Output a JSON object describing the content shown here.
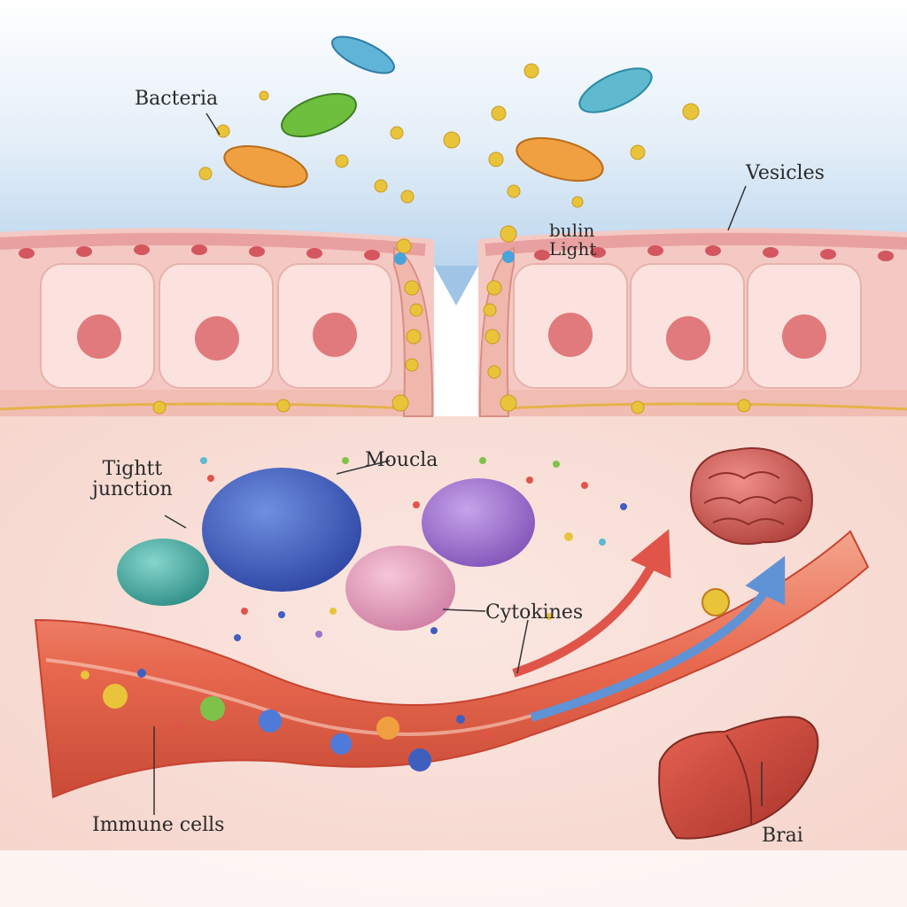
{
  "labels": {
    "bacteria": "Bacteria",
    "vesicles": "Vesicles",
    "light": "bulin\nLight",
    "tight_junction": "Tightt\njunction",
    "moucla": "Moucla",
    "cytokines": "Cytokines",
    "immune_cells": "Immune cells",
    "brain": "Brai"
  },
  "colors": {
    "lumen": "#cfe3f3",
    "epithelial_cell": "#f6d3cf",
    "nucleus": "#e07a7c",
    "tissue": "#f7dcd5",
    "vessel": "#e8694f",
    "artery_arrow": "#e0544a",
    "vein_arrow": "#5f93d6",
    "immune_blue": "#3f5fbf",
    "immune_purple": "#9f72cf",
    "immune_pink": "#e5a3be",
    "immune_teal": "#4fb0a7",
    "particle_yellow": "#e9c43a"
  },
  "icons": [
    "bacteria-icon",
    "vesicle-icon",
    "immune-cell-icon",
    "brain-icon",
    "liver-icon"
  ]
}
